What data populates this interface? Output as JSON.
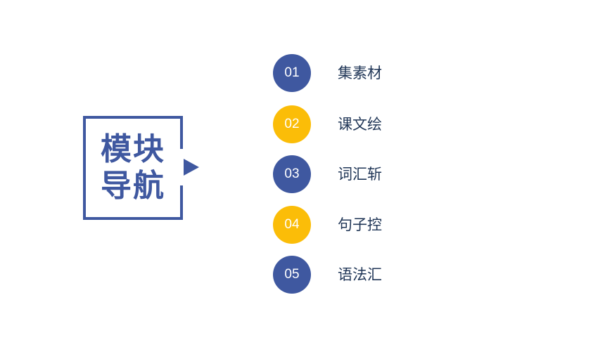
{
  "module_nav": {
    "title_line1": "模块",
    "title_line2": "导航"
  },
  "items": [
    {
      "number": "01",
      "label": "集素材",
      "color": "blue"
    },
    {
      "number": "02",
      "label": "课文绘",
      "color": "yellow"
    },
    {
      "number": "03",
      "label": "词汇斩",
      "color": "blue"
    },
    {
      "number": "04",
      "label": "句子控",
      "color": "yellow"
    },
    {
      "number": "05",
      "label": "语法汇",
      "color": "blue"
    }
  ],
  "colors": {
    "blue": "#3f58a0",
    "yellow": "#fbbd08",
    "label_text": "#1f3556"
  }
}
